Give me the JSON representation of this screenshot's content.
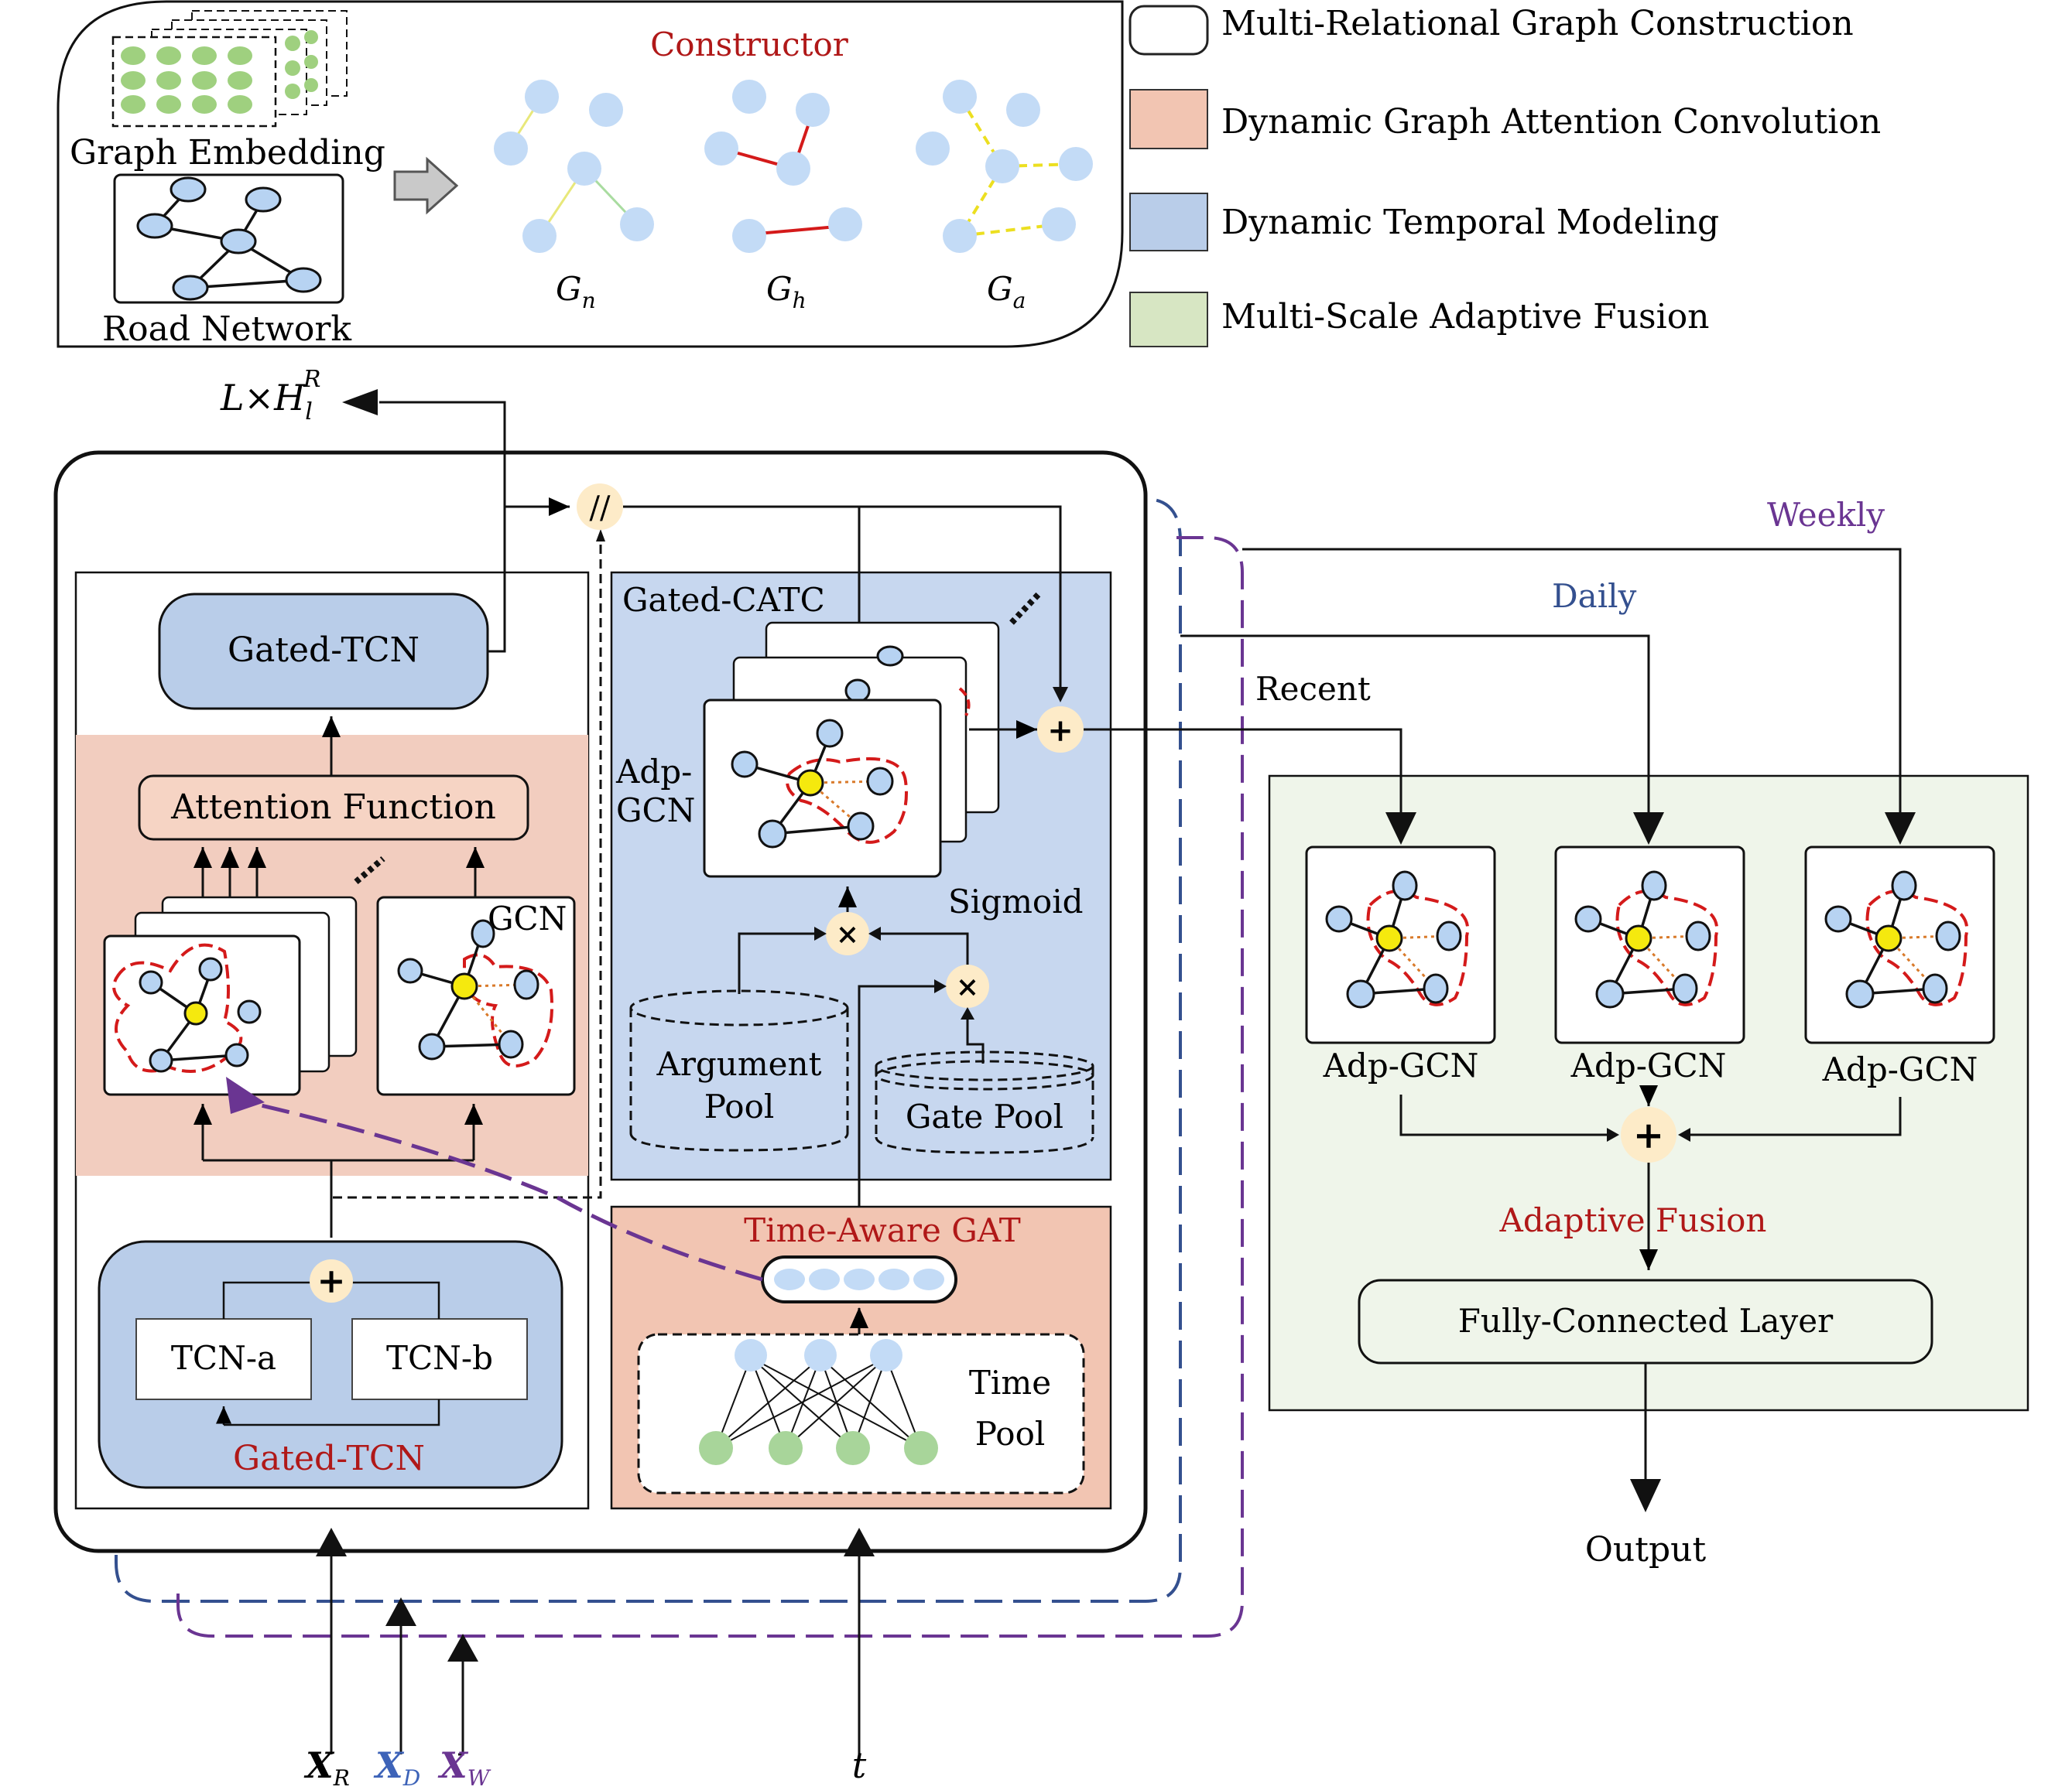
{
  "legend": {
    "items": [
      {
        "label": "Multi-Relational Graph Construction",
        "color": "#ffffff"
      },
      {
        "label": "Dynamic Graph Attention Convolution",
        "color": "#f2c5b2"
      },
      {
        "label": "Dynamic Temporal Modeling",
        "color": "#b9cde9"
      },
      {
        "label": "Multi-Scale Adaptive Fusion",
        "color": "#d7e6c3"
      }
    ]
  },
  "construction": {
    "constructor_label": "Constructor",
    "graph_embedding_label": "Graph Embedding",
    "road_network_label": "Road Network",
    "graph_labels": {
      "n": {
        "base": "G",
        "sub": "n"
      },
      "h": {
        "base": "G",
        "sub": "h"
      },
      "a": {
        "base": "G",
        "sub": "a"
      }
    }
  },
  "output_top": {
    "prefix": "L×H",
    "sub": "l",
    "sup": "R"
  },
  "left_block": {
    "gated_tcn_top": "Gated-TCN",
    "attention_function": "Attention Function",
    "gcn": "GCN",
    "tcn_a": "TCN-a",
    "tcn_b": "TCN-b",
    "gated_tcn_bottom": "Gated-TCN",
    "concat_symbol": "//"
  },
  "middle_block": {
    "gated_catc": "Gated-CATC",
    "adp_gcn_line1": "Adp-",
    "adp_gcn_line2": "GCN",
    "sigmoid": "Sigmoid",
    "argument_pool_line1": "Argument",
    "argument_pool_line2": "Pool",
    "gate_pool": "Gate Pool",
    "time_aware_gat": "Time-Aware GAT",
    "time_pool_line1": "Time",
    "time_pool_line2": "Pool"
  },
  "fusion": {
    "recent": "Recent",
    "daily": "Daily",
    "weekly": "Weekly",
    "adp_gcn": [
      "Adp-GCN",
      "Adp-GCN",
      "Adp-GCN"
    ],
    "adaptive_fusion": "Adaptive Fusion",
    "fully_connected": "Fully-Connected Layer",
    "output": "Output"
  },
  "inputs": {
    "xr": {
      "base": "X",
      "sub": "R"
    },
    "xd": {
      "base": "X",
      "sub": "D"
    },
    "xw": {
      "base": "X",
      "sub": "W"
    },
    "t": "t"
  },
  "colors": {
    "recent": "#000000",
    "daily": "#34508f",
    "weekly": "#6a3592",
    "red_text": "#b01818",
    "node_blue": "#b7d3f2",
    "node_green": "#a8d59a",
    "attention_bg": "#f2cdbf",
    "temporal_bg": "#c7d7ef",
    "fusion_bg": "#eff5ea"
  }
}
